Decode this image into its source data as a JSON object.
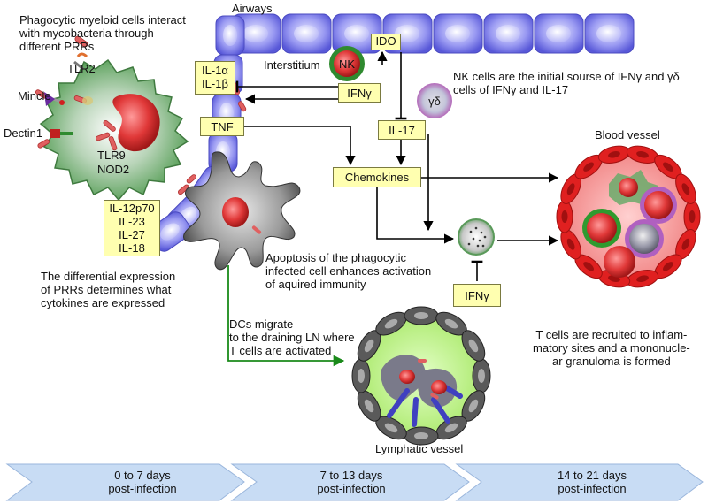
{
  "labels": {
    "airways": "Airways",
    "interstitium": "Interstitium",
    "phagocytic_note": [
      "Phagocytic myeloid cells interact",
      "with mycobacteria through",
      "different PRRs"
    ],
    "tlr2": "TLR2",
    "mincle": "Mincle",
    "dectin1": "Dectin1",
    "tlr9": "TLR9",
    "nod2": "NOD2",
    "nk": "NK",
    "gd": "γδ",
    "nk_note": [
      "NK cells are the initial sourse of IFNγ and γδ",
      "cells of IFNγ and IL-17"
    ],
    "blood_vessel": "Blood vessel",
    "differential_note": [
      "The differential expression",
      "of PRRs determines what",
      "cytokines are expressed"
    ],
    "apoptosis_note": [
      "Apoptosis of the phagocytic",
      "infected cell enhances activation",
      "of aquired immunity"
    ],
    "dc_note": [
      "DCs migrate",
      "to the draining LN where",
      "T cells are activated"
    ],
    "tcell_note": [
      "T cells are recruited to inflam-",
      "matory sites and a mononucle-",
      "ar granuloma is formed"
    ],
    "lymphatic_vessel": "Lymphatic vessel"
  },
  "boxes": {
    "ido": "IDO",
    "il1": [
      "IL-1α",
      "IL-1β"
    ],
    "ifng_top": "IFNγ",
    "tnf": "TNF",
    "il17": "IL-17",
    "chemokines": "Chemokines",
    "cytokines": [
      "IL-12p70",
      "IL-23",
      "IL-27",
      "IL-18"
    ],
    "ifng_bottom": "IFNγ"
  },
  "timeline": [
    [
      "0 to 7 days",
      "post-infection"
    ],
    [
      "7 to 13 days",
      "post-infection"
    ],
    [
      "14 to 21 days",
      "post-infection"
    ]
  ],
  "colors": {
    "airway_cell": "#8c8cf0",
    "macrophage": "#5aa05a",
    "nucleus": "#d04040",
    "blood_vessel": "#e02020",
    "lymph_node": "#b8f070",
    "yellow_box": "#ffffb0",
    "timeline_arrow": "#c8dcf4",
    "green_arrow": "#1a8a1a"
  }
}
